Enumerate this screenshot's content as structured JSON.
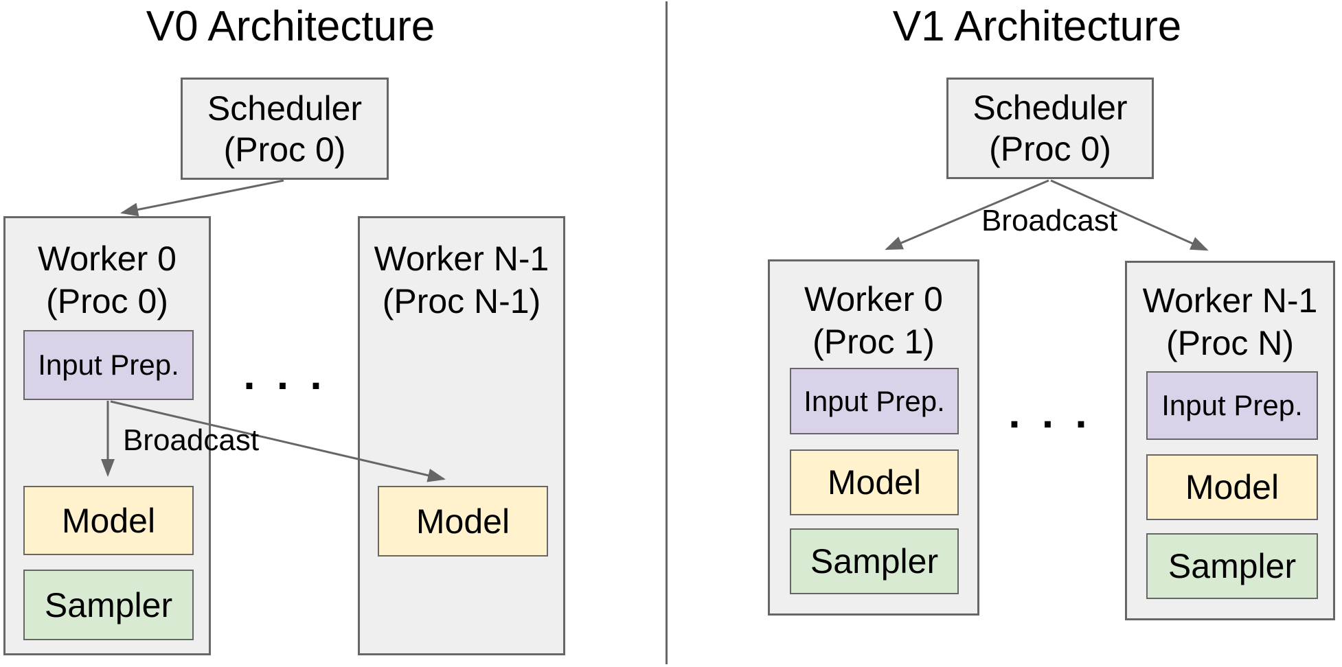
{
  "colors": {
    "bg": "#ffffff",
    "text": "#000000",
    "box_fill": "#efefef",
    "box_border": "#666666",
    "prep_fill": "#d9d2e9",
    "model_fill": "#fff2cc",
    "sampler_fill": "#d9ead3",
    "arrow": "#666666",
    "divider": "#666666"
  },
  "v0": {
    "title": "V0 Architecture",
    "scheduler": {
      "name": "Scheduler",
      "proc": "(Proc 0)"
    },
    "broadcast": "Broadcast",
    "ellipsis": ". . .",
    "worker0": {
      "name": "Worker 0",
      "proc": "(Proc 0)",
      "input_prep": "Input Prep.",
      "model": "Model",
      "sampler": "Sampler"
    },
    "workerN": {
      "name": "Worker N-1",
      "proc": "(Proc N-1)",
      "model": "Model"
    }
  },
  "v1": {
    "title": "V1 Architecture",
    "scheduler": {
      "name": "Scheduler",
      "proc": "(Proc 0)"
    },
    "broadcast": "Broadcast",
    "ellipsis": ". . .",
    "worker0": {
      "name": "Worker 0",
      "proc": "(Proc 1)",
      "input_prep": "Input Prep.",
      "model": "Model",
      "sampler": "Sampler"
    },
    "workerN": {
      "name": "Worker N-1",
      "proc": "(Proc N)",
      "input_prep": "Input Prep.",
      "model": "Model",
      "sampler": "Sampler"
    }
  }
}
